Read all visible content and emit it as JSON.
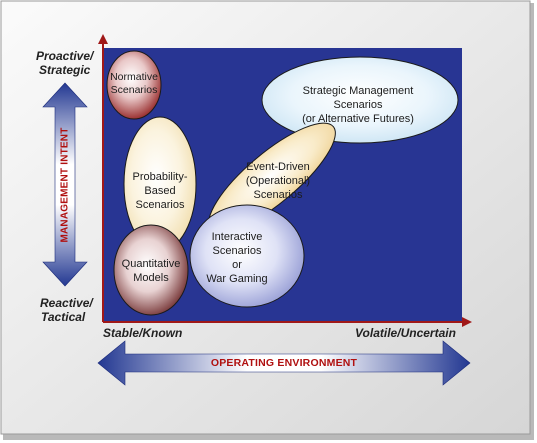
{
  "axes": {
    "vertical": {
      "title": "MANAGEMENT INTENT",
      "top_label": [
        "Proactive/",
        "Strategic"
      ],
      "bottom_label": [
        "Reactive/",
        "Tactical"
      ]
    },
    "horizontal": {
      "title": "OPERATING ENVIRONMENT",
      "left_label": "Stable/Known",
      "right_label": "Volatile/Uncertain"
    }
  },
  "scenarios": [
    {
      "id": "normative",
      "lines": [
        "Normative",
        "Scenarios"
      ],
      "color": "#8f1b1b"
    },
    {
      "id": "probability",
      "lines": [
        "Probability-",
        "Based",
        "Scenarios"
      ],
      "color": "#f4e3b2"
    },
    {
      "id": "quantitative",
      "lines": [
        "Quantitative",
        "Models"
      ],
      "color": "#5a0f10"
    },
    {
      "id": "interactive",
      "lines": [
        "Interactive",
        "Scenarios",
        "or",
        "War Gaming"
      ],
      "color": "#7a82c8"
    },
    {
      "id": "event",
      "lines": [
        "Event-Driven",
        "(Operational)",
        "Scenarios"
      ],
      "color": "#f3d79a"
    },
    {
      "id": "strategic",
      "lines": [
        "Strategic Management",
        "Scenarios",
        "(or Alternative Futures)"
      ],
      "color": "#d9ecf8"
    }
  ],
  "colors": {
    "panel": "#283593",
    "axis_line": "#a01818",
    "arrow_blue": "#233892"
  }
}
